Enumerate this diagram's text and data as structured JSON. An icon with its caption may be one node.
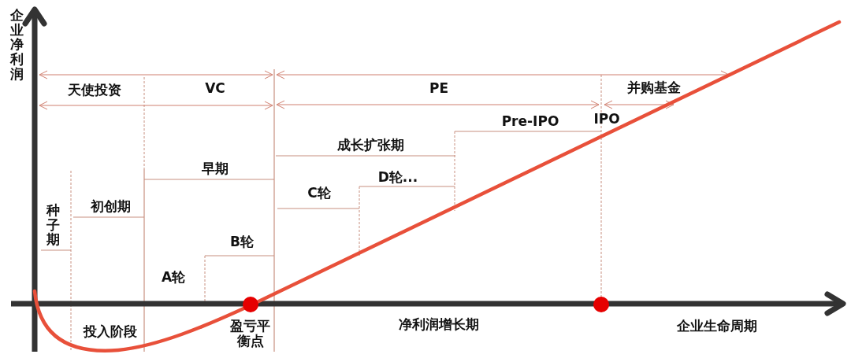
{
  "diagram": {
    "labels": [
      "企业净利润",
      "天使投资",
      "VC",
      "PE",
      "并购基金",
      "Pre-IPO",
      "IPO",
      "成长扩张期",
      "早期",
      "D轮...",
      "C轮",
      "初创期",
      "种子期",
      "B轮",
      "A轮",
      "投入阶段",
      "盈亏平衡点",
      "净利润增长期",
      "企业生命周期"
    ]
  }
}
